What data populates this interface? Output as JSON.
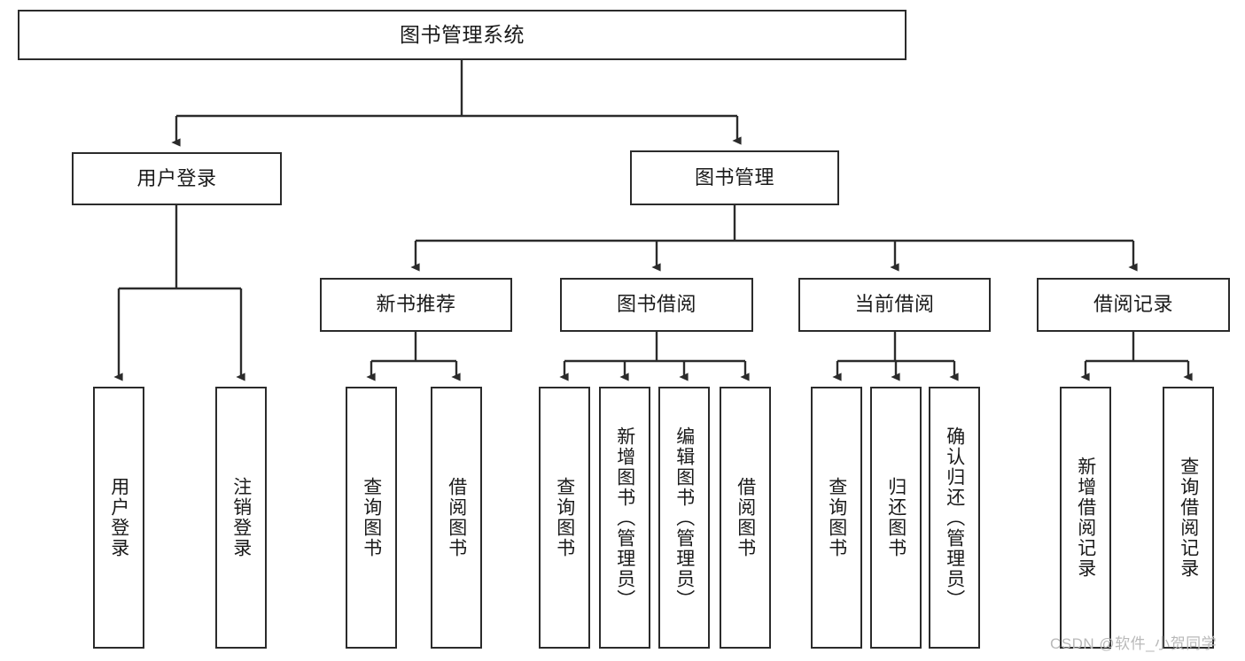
{
  "diagram": {
    "title": "图书管理系统",
    "type": "tree-hierarchy-diagram",
    "watermark": "CSDN @软件_小贺同学",
    "root": {
      "id": "root",
      "label": "图书管理系统"
    },
    "level1": [
      {
        "id": "user-login",
        "label": "用户登录"
      },
      {
        "id": "book-management",
        "label": "图书管理"
      }
    ],
    "level2": [
      {
        "id": "new-book-recommend",
        "label": "新书推荐",
        "parent": "book-management"
      },
      {
        "id": "book-borrow",
        "label": "图书借阅",
        "parent": "book-management"
      },
      {
        "id": "current-borrow",
        "label": "当前借阅",
        "parent": "book-management"
      },
      {
        "id": "borrow-record",
        "label": "借阅记录",
        "parent": "book-management"
      }
    ],
    "leaves": [
      {
        "id": "leaf-user-login",
        "label": "用户登录",
        "parent": "user-login"
      },
      {
        "id": "leaf-logout-login",
        "label": "注销登录",
        "parent": "user-login"
      },
      {
        "id": "leaf-query-book-1",
        "label": "查询图书",
        "parent": "new-book-recommend"
      },
      {
        "id": "leaf-borrow-book-1",
        "label": "借阅图书",
        "parent": "new-book-recommend"
      },
      {
        "id": "leaf-query-book-2",
        "label": "查询图书",
        "parent": "book-borrow"
      },
      {
        "id": "leaf-add-book",
        "label": "新增图书（管理员）",
        "parent": "book-borrow"
      },
      {
        "id": "leaf-edit-book",
        "label": "编辑图书（管理员）",
        "parent": "book-borrow"
      },
      {
        "id": "leaf-borrow-book-2",
        "label": "借阅图书",
        "parent": "book-borrow"
      },
      {
        "id": "leaf-query-book-3",
        "label": "查询图书",
        "parent": "current-borrow"
      },
      {
        "id": "leaf-return-book",
        "label": "归还图书",
        "parent": "current-borrow"
      },
      {
        "id": "leaf-confirm-return",
        "label": "确认归还（管理员）",
        "parent": "current-borrow"
      },
      {
        "id": "leaf-add-record",
        "label": "新增借阅记录",
        "parent": "borrow-record"
      },
      {
        "id": "leaf-query-record",
        "label": "查询借阅记录",
        "parent": "borrow-record"
      }
    ],
    "colors": {
      "stroke": "#2b2b2b",
      "fill": "#ffffff",
      "text": "#1a1a1a",
      "watermark": "#b9b9b9"
    }
  }
}
